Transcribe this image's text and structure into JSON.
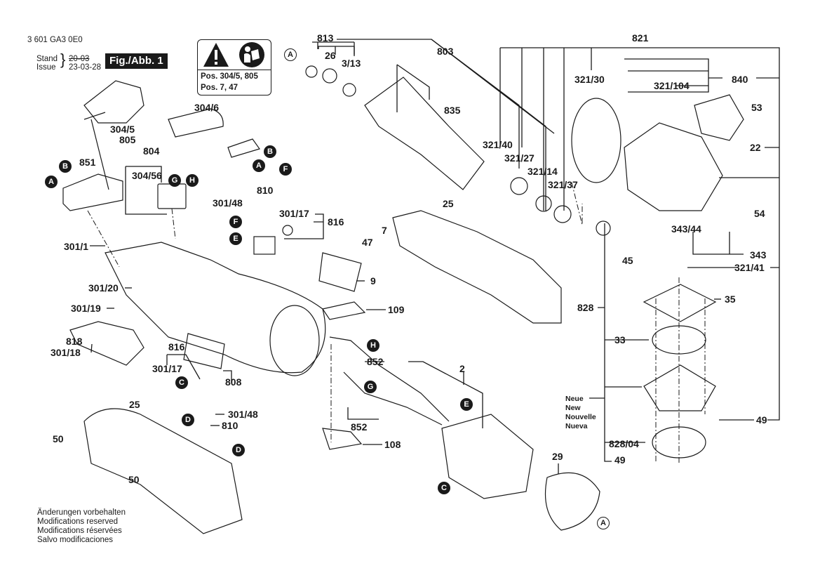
{
  "header": {
    "part_number": "3 601 GA3 0E0",
    "stand_label": "Stand",
    "issue_label": "Issue",
    "stand_value_struck": "20-03",
    "issue_date": "23-03-28",
    "figure_label": "Fig./Abb. 1"
  },
  "warning_box": {
    "icons": [
      "warning-triangle-icon",
      "read-manual-icon"
    ],
    "line1": "Pos. 304/5, 805",
    "line2": "Pos. 7, 47"
  },
  "footer_note": [
    "Änderungen vorbehalten",
    "Modifications reserved",
    "Modifications réservées",
    "Salvo modificaciones"
  ],
  "new_note": [
    "Neue",
    "New",
    "Nouvelle",
    "Nueva"
  ],
  "part_labels": {
    "p813": "813",
    "p26": "26",
    "p3_13": "3/13",
    "p803": "803",
    "p835": "835",
    "p821": "821",
    "p321_30": "321/30",
    "p321_104": "321/104",
    "p840": "840",
    "p53": "53",
    "p22": "22",
    "p321_40": "321/40",
    "p321_27": "321/27",
    "p321_14": "321/14",
    "p321_37": "321/37",
    "p54": "54",
    "p343_44": "343/44",
    "p343": "343",
    "p45": "45",
    "p321_41": "321/41",
    "p828": "828",
    "p35": "35",
    "p33": "33",
    "p49a": "49",
    "p828_04": "828/04",
    "p49b": "49",
    "p304_6": "304/6",
    "p304_5": "304/5",
    "p805": "805",
    "p804": "804",
    "p851": "851",
    "p304_56": "304/56",
    "p810a": "810",
    "p301_48a": "301/48",
    "p301_17a": "301/17",
    "p816a": "816",
    "p25a": "25",
    "p7": "7",
    "p47": "47",
    "p301_1": "301/1",
    "p301_20": "301/20",
    "p9": "9",
    "p301_19": "301/19",
    "p109": "109",
    "p818": "818",
    "p301_18": "301/18",
    "p816b": "816",
    "p301_17b": "301/17",
    "p808": "808",
    "p852a": "852",
    "p2": "2",
    "p301_48b": "301/48",
    "p810b": "810",
    "p852b": "852",
    "p108": "108",
    "p25b": "25",
    "p50a": "50",
    "p50b": "50",
    "p29": "29"
  },
  "markers": {
    "A": "A",
    "B": "B",
    "C": "C",
    "D": "D",
    "E": "E",
    "F": "F",
    "G": "G",
    "H": "H"
  }
}
